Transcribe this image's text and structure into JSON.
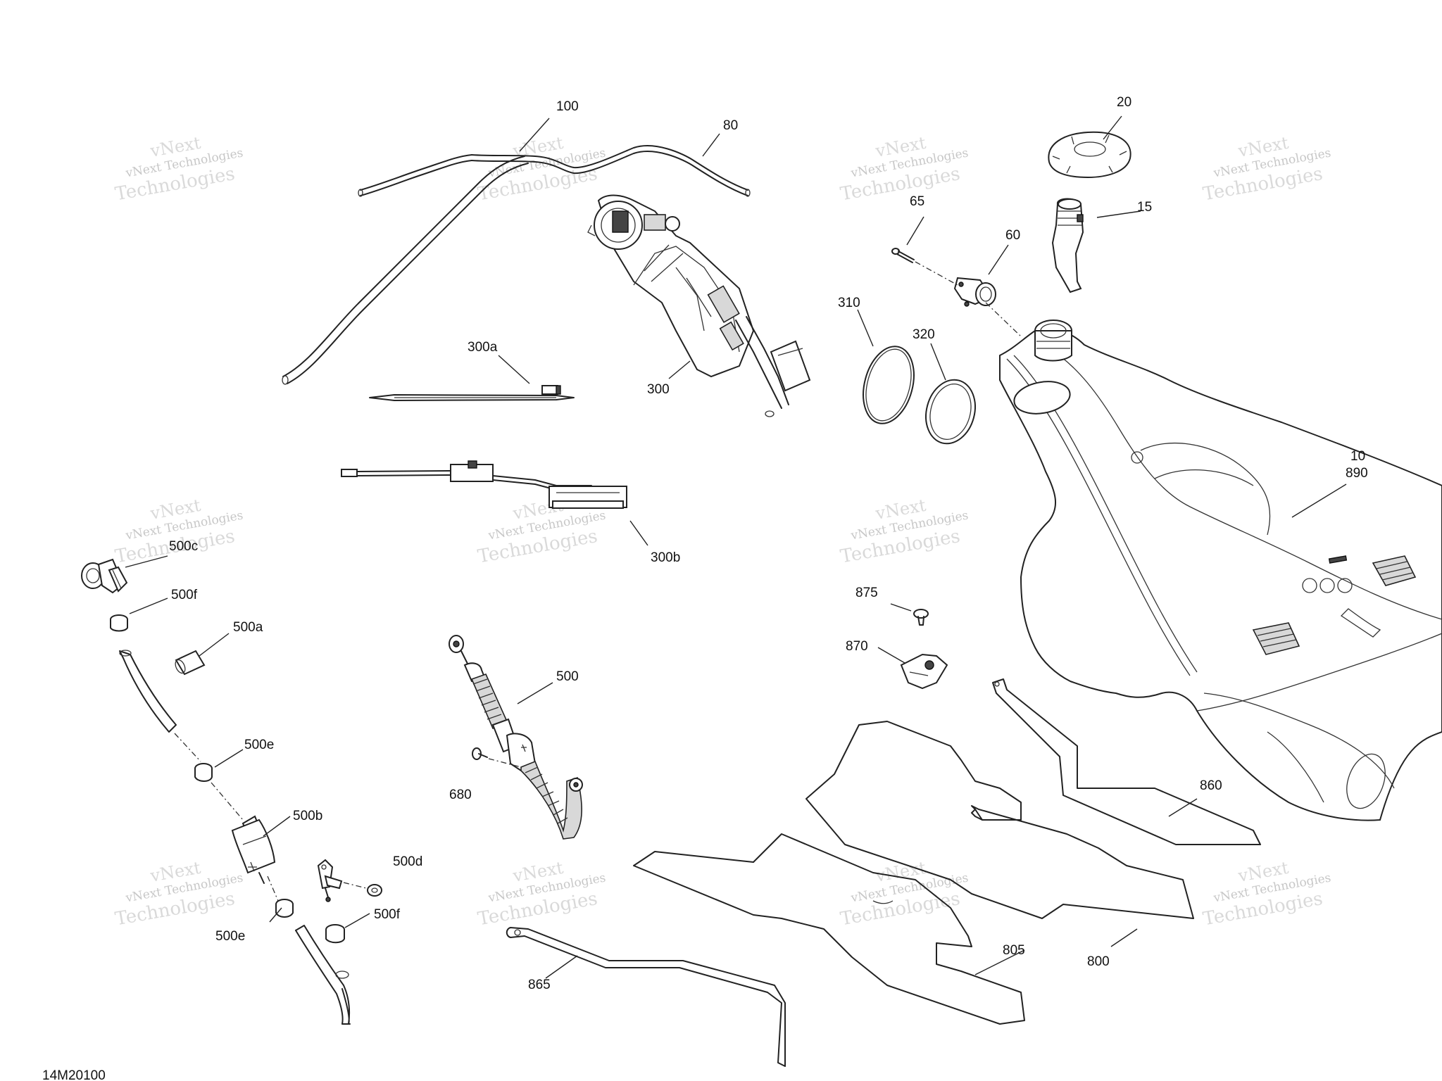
{
  "diagram_code": "14M20100",
  "watermark": {
    "line1": "vNext Technologies",
    "line2": "Technologies",
    "line3": "vNext"
  },
  "callouts": {
    "c100": "100",
    "c80": "80",
    "c20": "20",
    "c65": "65",
    "c15": "15",
    "c60": "60",
    "c310": "310",
    "c320": "320",
    "c300a": "300a",
    "c300": "300",
    "c10": "10",
    "c890": "890",
    "c300b": "300b",
    "c500c": "500c",
    "c500f_top": "500f",
    "c500a": "500a",
    "c875": "875",
    "c870": "870",
    "c500": "500",
    "c500e_top": "500e",
    "c680": "680",
    "c860": "860",
    "c500b": "500b",
    "c500d": "500d",
    "c500f_bot": "500f",
    "c500e_bot": "500e",
    "c805": "805",
    "c800": "800",
    "c865": "865"
  }
}
